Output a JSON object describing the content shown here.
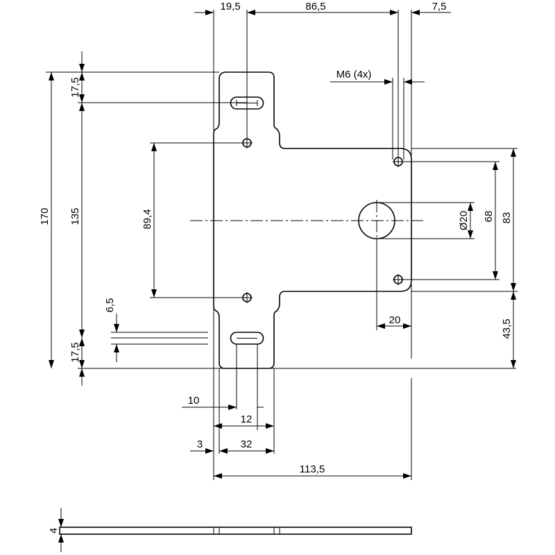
{
  "dimensions": {
    "d_19_5": "19,5",
    "d_86_5": "86,5",
    "d_7_5": "7,5",
    "d_m6": "M6 (4x)",
    "d_17_5_top": "17,5",
    "d_170": "170",
    "d_135": "135",
    "d_89_4": "89,4",
    "d_dia_20": "Ø20",
    "d_68": "68",
    "d_83": "83",
    "d_6_5": "6,5",
    "d_17_5_bottom": "17,5",
    "d_20": "20",
    "d_43_5": "43,5",
    "d_10": "10",
    "d_12": "12",
    "d_3": "3",
    "d_32": "32",
    "d_113_5": "113,5",
    "d_4": "4"
  }
}
